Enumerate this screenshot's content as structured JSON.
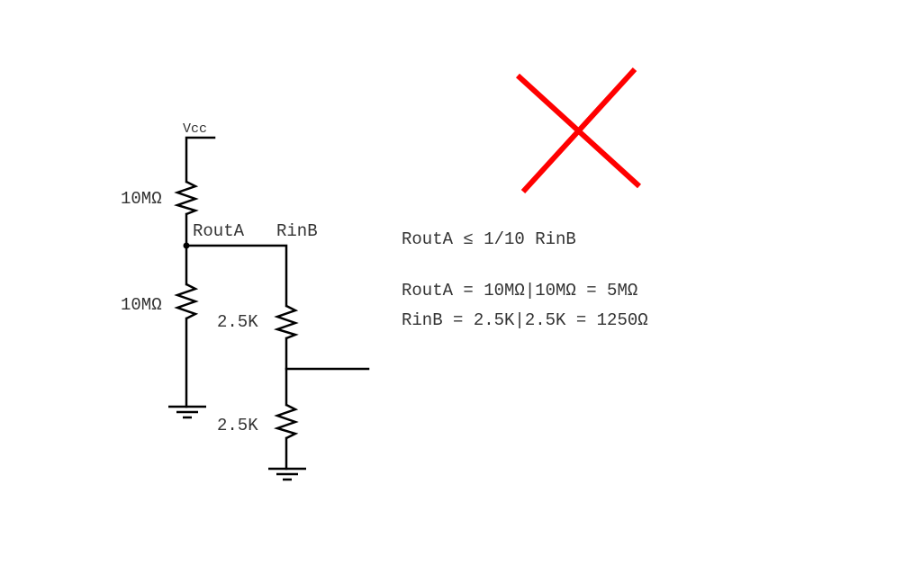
{
  "circuit": {
    "supply_label": "Vcc",
    "r_top_a_label": "10MΩ",
    "r_bottom_a_label": "10MΩ",
    "node_a_label": "RoutA",
    "node_b_label": "RinB",
    "r_top_b_label": "2.5K",
    "r_bottom_b_label": "2.5K"
  },
  "equations": {
    "condition": "RoutA ≤ 1/10 RinB",
    "rout_a": "RoutA = 10MΩ|10MΩ = 5MΩ",
    "rin_b": "RinB = 2.5K|2.5K = 1250Ω"
  },
  "verdict": {
    "icon": "cross-icon",
    "color": "#ff0000"
  }
}
